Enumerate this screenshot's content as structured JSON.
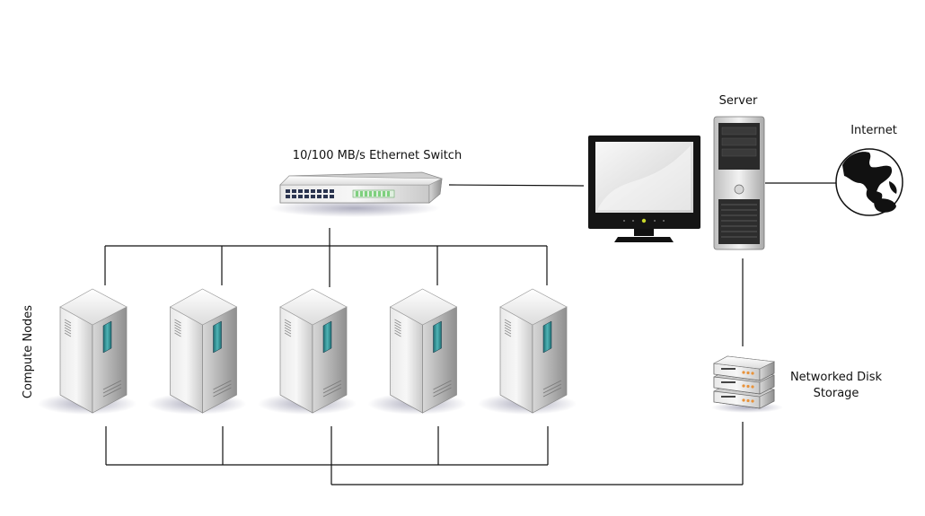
{
  "labels": {
    "switch": "10/100 MB/s Ethernet Switch",
    "server": "Server",
    "internet": "Internet",
    "storage_line1": "Networked Disk",
    "storage_line2": "Storage",
    "compute": "Compute Nodes"
  },
  "nodes": {
    "switch": {
      "icon": "network-switch-icon"
    },
    "monitor": {
      "icon": "monitor-icon"
    },
    "server": {
      "icon": "tower-server-icon"
    },
    "internet": {
      "icon": "globe-icon"
    },
    "storage": {
      "icon": "disk-storage-icon"
    },
    "compute_nodes": {
      "count": 5,
      "icon": "server-rack-icon"
    }
  },
  "colors": {
    "line": "#111111",
    "screen_teal": "#2a8a8a",
    "storage_leds": "#e8923a",
    "switch_leds": "#7ed07e"
  }
}
